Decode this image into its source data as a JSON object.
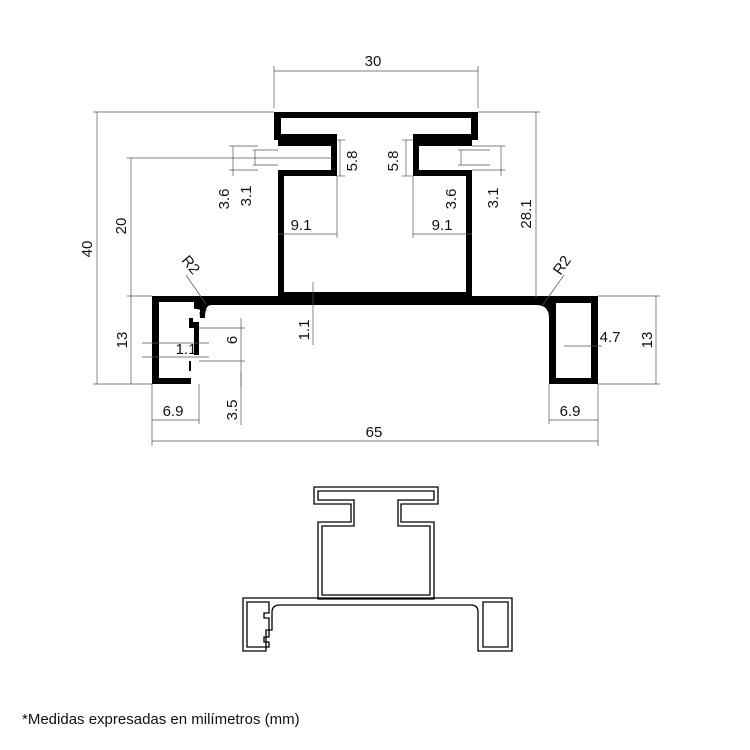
{
  "dimensions": {
    "top_width": "30",
    "total_height": "40",
    "slot_depth": "28.1",
    "bottom_width": "65",
    "slot_5_8_left": "5.8",
    "slot_5_8_right": "5.8",
    "dim_3_6_left": "3.6",
    "dim_3_1_left": "3.1",
    "dim_3_6_right": "3.6",
    "dim_3_1_right": "3.1",
    "dim_20": "20",
    "dim_9_1_left": "9.1",
    "dim_9_1_right": "9.1",
    "radius_left": "R2",
    "radius_right": "R2",
    "wall_1_1": "1.1",
    "foot_left_height": "13",
    "foot_right_height": "13",
    "foot_lip_1_1": "1.1",
    "foot_gap_6": "6",
    "foot_right_inner": "4.7",
    "foot_left_width": "6.9",
    "foot_right_width": "6.9",
    "foot_lip_3_5": "3.5"
  },
  "footnote": "*Medidas expresadas en milímetros (mm)"
}
